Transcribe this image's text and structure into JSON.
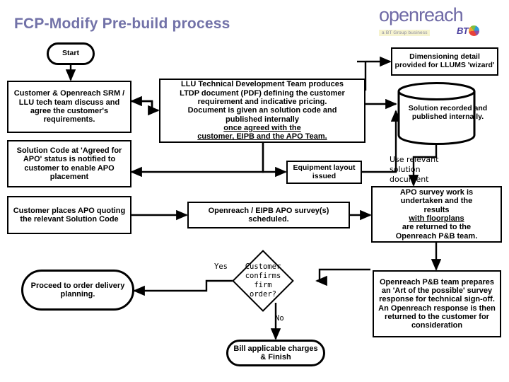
{
  "page": {
    "title": "FCP-Modify Pre-build process",
    "title_color": "#7272a8",
    "background": "#ffffff",
    "stroke_color": "#000000"
  },
  "logo": {
    "word": "openreach",
    "word_color": "#6f6aa6",
    "tagline": "a BT Group business",
    "tagline_color": "#8a8aa0",
    "tagline_bg": "#f6f3cf",
    "bt_text": "BT",
    "bt_color": "#4b3f9e"
  },
  "nodes": {
    "start": {
      "label": "Start",
      "shape": "rounded"
    },
    "customer_srm": {
      "label": "Customer & Openreach SRM / LLU tech team discuss and agree the customer's requirements.",
      "shape": "rect"
    },
    "llu_ltdp": {
      "shape": "rect",
      "line1": "LLU Technical Development Team produces",
      "line2": "LTDP document (PDF) defining the customer",
      "line3": "requirement and indicative pricing.",
      "line4": "Document is given an solution code and",
      "line5_plain": "published internally ",
      "line5_underline": "once agreed with the",
      "line6_underline": "customer, EIPB and the APO Team."
    },
    "dimensioning": {
      "label": "Dimensioning detail provided for LLUMS 'wizard'",
      "shape": "rect"
    },
    "solution_db": {
      "label": "Solution recorded and published internally.",
      "shape": "cylinder"
    },
    "solution_code_agreed": {
      "label": "Solution Code at 'Agreed for APO' status is notified to customer to enable APO placement",
      "shape": "rect"
    },
    "equipment_layout": {
      "label": "Equipment layout issued",
      "shape": "rect"
    },
    "use_relevant_doc": {
      "label": "Use relevant\nsolution\ndocument",
      "shape": "plain-text"
    },
    "customer_places_apo": {
      "label": "Customer places APO quoting the relevant Solution Code",
      "shape": "rect"
    },
    "apo_survey_scheduled": {
      "label": "Openreach / EIPB APO survey(s) scheduled.",
      "shape": "rect"
    },
    "apo_survey_work": {
      "shape": "rect",
      "line1": "APO survey work is",
      "line2": "undertaken and the",
      "line3_plain": "results ",
      "line3_underline": "with floorplans",
      "line4": "are returned to the",
      "line5": "Openreach P&B team."
    },
    "decision": {
      "label": "Customer confirms firm order?",
      "shape": "diamond"
    },
    "proceed_order": {
      "label": "Proceed to order delivery planning.",
      "shape": "rounded"
    },
    "bill_finish": {
      "label": "Bill applicable charges & Finish",
      "shape": "rounded"
    },
    "pb_art_of_possible": {
      "label": "Openreach P&B team prepares an 'Art of the possible' survey response for technical sign-off. An Openreach response is then returned to the customer for consideration",
      "shape": "rect"
    }
  },
  "edge_labels": {
    "yes": "Yes",
    "no": "No"
  }
}
